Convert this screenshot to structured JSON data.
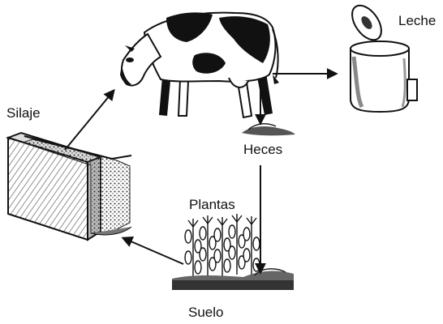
{
  "labels": {
    "silaje": "Silaje",
    "leche": "Leche",
    "heces": "Heces",
    "plantas": "Plantas",
    "suelo": "Suelo"
  },
  "icons": [
    "cow-icon",
    "milk-can-icon",
    "manure-icon",
    "silo-icon",
    "corn-plants-icon",
    "soil-icon"
  ],
  "colors": {
    "ink": "#111111",
    "background": "#ffffff"
  }
}
